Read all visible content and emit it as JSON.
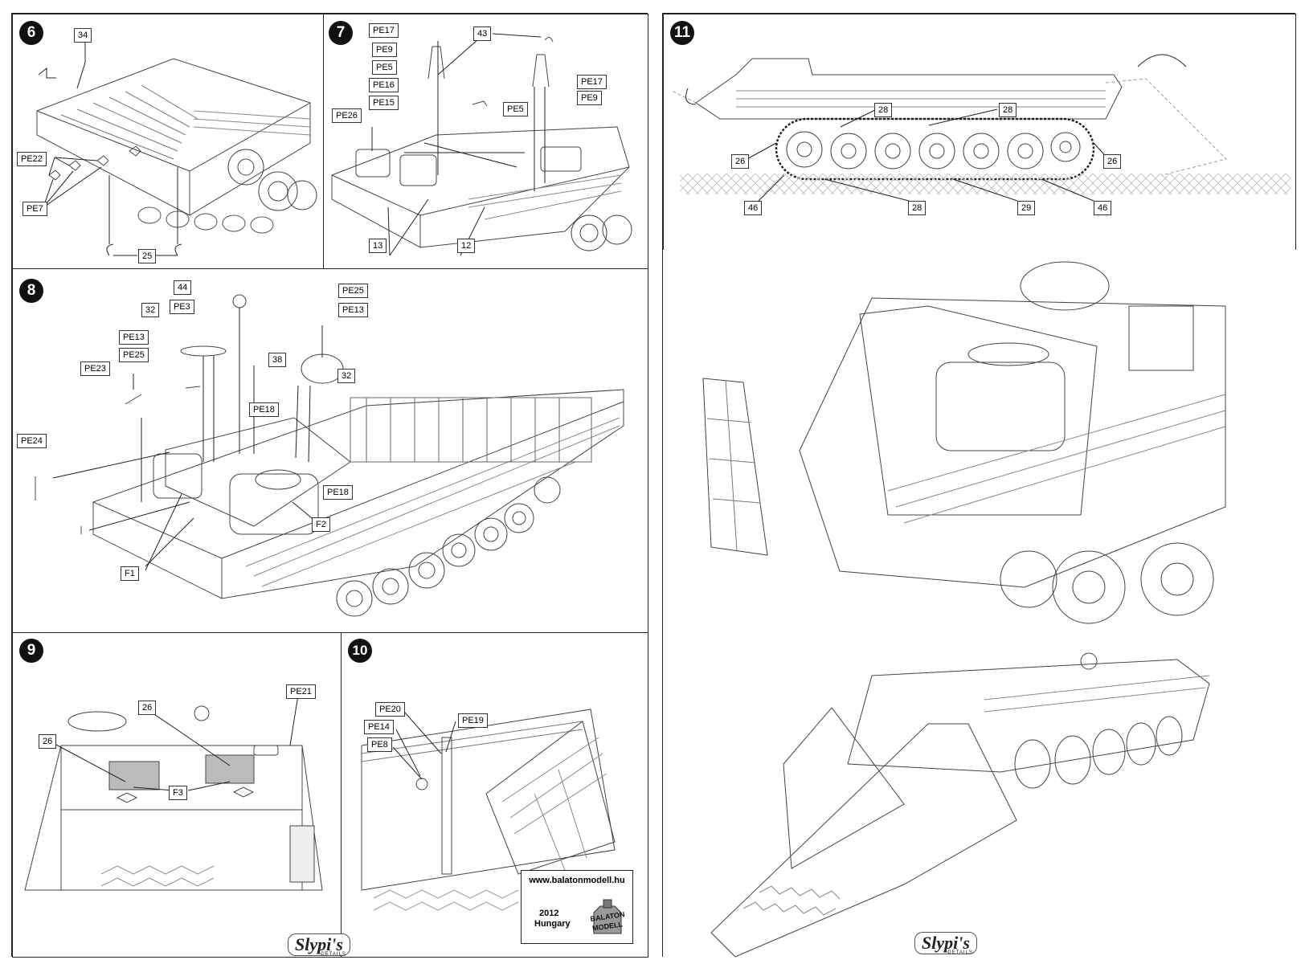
{
  "left_sheet": {
    "step6": {
      "number": "6",
      "labels": [
        "34",
        "PE22",
        "PE7",
        "25"
      ]
    },
    "step7": {
      "number": "7",
      "labels": [
        "PE17",
        "PE9",
        "PE5",
        "PE16",
        "PE15",
        "PE26",
        "43",
        "PE17",
        "PE9",
        "PE5",
        "13",
        "12"
      ]
    },
    "step8": {
      "number": "8",
      "labels": [
        "44",
        "PE3",
        "32",
        "PE13",
        "PE25",
        "PE23",
        "PE24",
        "38",
        "PE18",
        "PE25",
        "PE13",
        "32",
        "PE18",
        "F2",
        "F1"
      ]
    },
    "step9": {
      "number": "9",
      "labels": [
        "26",
        "26",
        "PE21",
        "F3"
      ]
    },
    "step10": {
      "number": "10",
      "labels": [
        "PE20",
        "PE19",
        "PE14",
        "PE8"
      ]
    },
    "logo": "Slypi's",
    "logo_sub": "DETAILS"
  },
  "right_sheet": {
    "step11": {
      "number": "11",
      "labels": [
        "28",
        "28",
        "26",
        "26",
        "46",
        "28",
        "29",
        "46"
      ]
    },
    "logo": "Slypi's",
    "logo_sub": "DETAILS",
    "credit": {
      "url": "www.balatonmodell.hu",
      "year": "2012",
      "country": "Hungary",
      "brand_top": "BALATON",
      "brand_bottom": "MODELL"
    }
  }
}
